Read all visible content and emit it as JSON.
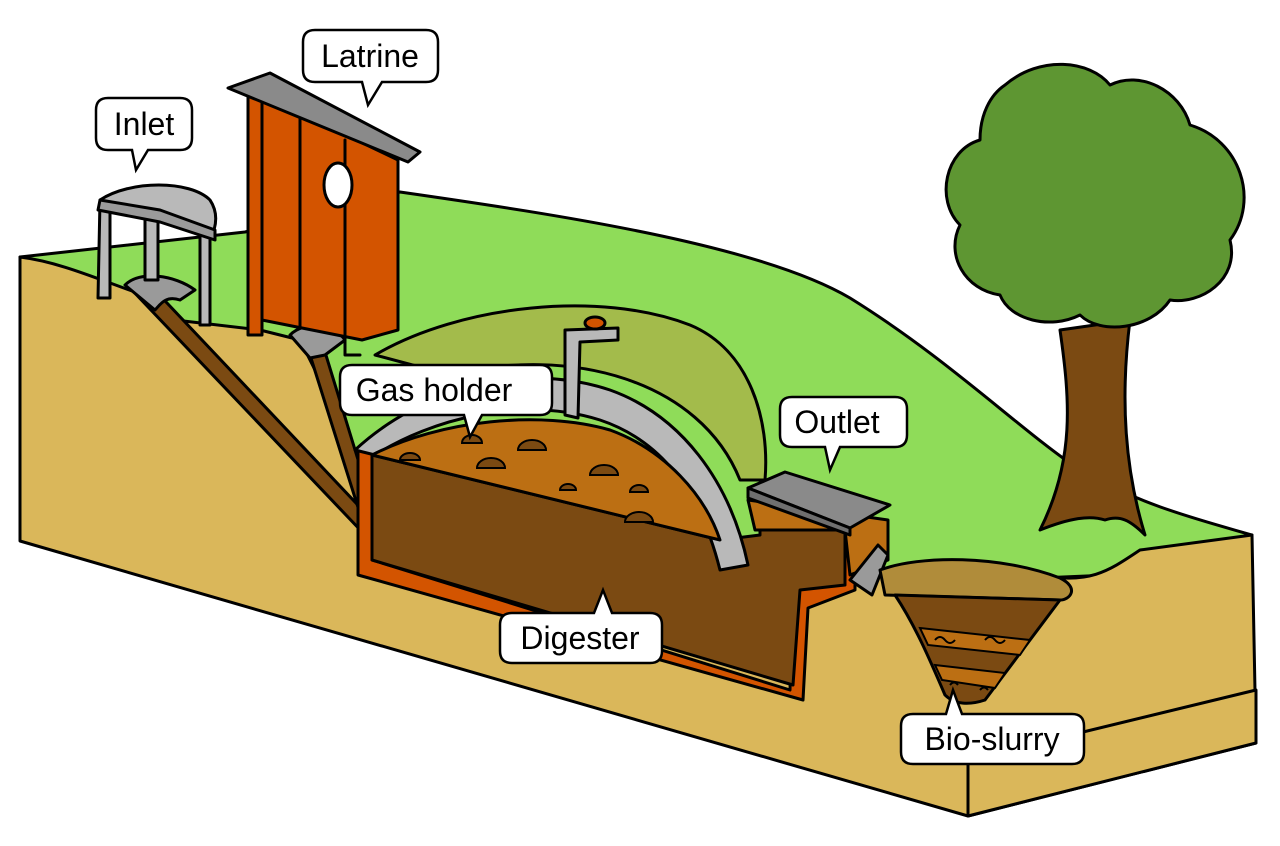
{
  "labels": {
    "inlet": "Inlet",
    "latrine": "Latrine",
    "gas_holder": "Gas holder",
    "outlet": "Outlet",
    "digester": "Digester",
    "bio_slurry": "Bio-slurry"
  },
  "colors": {
    "grass": "#8fdc59",
    "soil": "#dab75a",
    "digester_slurry": "#7b4a12",
    "slurry_top": "#bc6f13",
    "wall_lining": "#d35400",
    "dome_gray": "#b9b9b9",
    "dome_mound": "#a3bb4b",
    "tree_canopy": "#5e9632",
    "tree_trunk": "#7b4a12",
    "latrine_wood": "#d35400",
    "roof_gray": "#8a8a8a"
  }
}
